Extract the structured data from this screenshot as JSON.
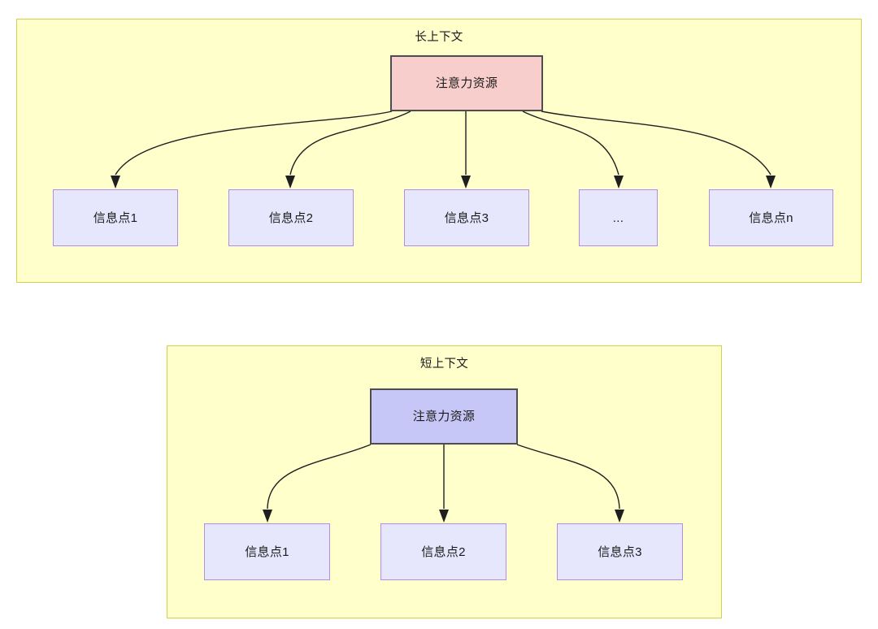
{
  "diagram": {
    "title_visible": false,
    "panels": [
      {
        "id": "long-context",
        "title": "长上下文",
        "root": {
          "label": "注意力资源",
          "fill": "#f8cecc",
          "border": "#4d4d4d"
        },
        "leaves": [
          {
            "label": "信息点1"
          },
          {
            "label": "信息点2"
          },
          {
            "label": "信息点3"
          },
          {
            "label": "..."
          },
          {
            "label": "信息点n"
          }
        ]
      },
      {
        "id": "short-context",
        "title": "短上下文",
        "root": {
          "label": "注意力资源",
          "fill": "#c7c7f7",
          "border": "#4d4d4d"
        },
        "leaves": [
          {
            "label": "信息点1"
          },
          {
            "label": "信息点2"
          },
          {
            "label": "信息点3"
          }
        ]
      }
    ],
    "colors": {
      "panel_fill": "#ffffcc",
      "panel_border": "#d1d14a",
      "leaf_fill": "#e6e6fd",
      "leaf_border": "#b18ce8",
      "edge": "#1f1f1f",
      "text": "#1b1b1b"
    }
  }
}
